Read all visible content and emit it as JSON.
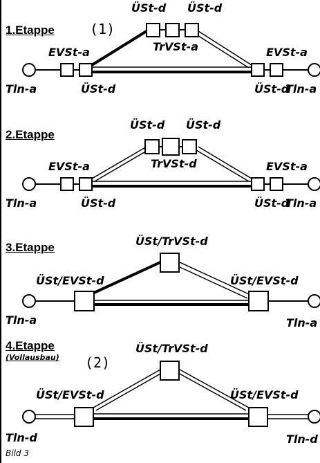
{
  "stages": [
    {
      "title": "1.Etappe",
      "marker": "(1)",
      "top_labels": [
        "ÜSt-d",
        "TrVSt-a",
        "ÜSt-d"
      ],
      "left_upper": "EVSt-a",
      "right_upper": "EVSt-a",
      "left_lower": "ÜSt-d",
      "right_lower": "ÜSt-d",
      "left_terminal": "Tln-a",
      "right_terminal": "Tln-a"
    },
    {
      "title": "2.Etappe",
      "top_labels": [
        "ÜSt-d",
        "TrVSt-d",
        "ÜSt-d"
      ],
      "left_upper": "EVSt-a",
      "right_upper": "EVSt-a",
      "left_lower": "ÜSt-d",
      "right_lower": "ÜSt-d",
      "left_terminal": "Tln-a",
      "right_terminal": "Tln-a"
    },
    {
      "title": "3.Etappe",
      "top_label": "ÜSt/TrVSt-d",
      "left_upper": "ÜSt/EVSt-d",
      "right_upper": "ÜSt/EVSt-d",
      "left_terminal": "Tln-a",
      "right_terminal": "Tln-a"
    },
    {
      "title": "4.Etappe",
      "subtitle": "(Vollausbau)",
      "marker": "(2)",
      "top_label": "ÜSt/TrVSt-d",
      "left_upper": "ÜSt/EVSt-d",
      "right_upper": "ÜSt/EVSt-d",
      "left_terminal": "Tln-d",
      "right_terminal": "Tln-d"
    }
  ],
  "caption": "Bild 3"
}
